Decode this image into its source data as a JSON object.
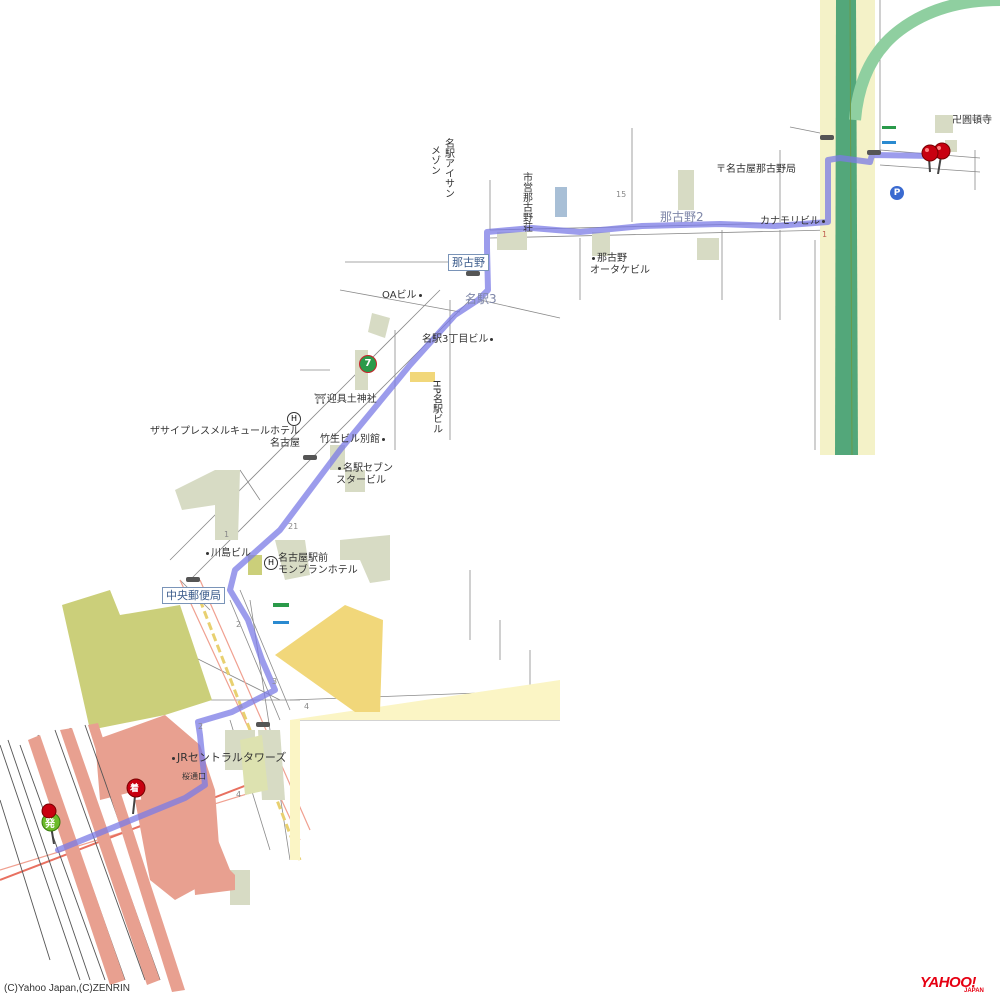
{
  "map": {
    "copyright": "(C)Yahoo Japan,(C)ZENRIN",
    "logo": "YAHOO!",
    "logo_sub": "JAPAN",
    "colors": {
      "route": "#7b7be6",
      "railway_green": "#53a77a",
      "station_building": "#e8a090",
      "park": "#cbcf7a",
      "yellow_block": "#f1d77a",
      "start_marker": "#6cbb2a",
      "pin": "#c80010"
    },
    "intersections": {
      "nagono": "那古野",
      "chuo_yubinkyoku": "中央郵便局"
    },
    "roads": {
      "meieki3": "名駅3",
      "nagono2": "那古野2"
    },
    "labels": {
      "manganji": "卍圓頓寺",
      "post_office": "〒名古屋那古野局",
      "kanamo": "カナモリビル",
      "city_housing": "市営那古野荘",
      "otake": "那古野",
      "otake2": "オータケビル",
      "maison": "名駅アイサン",
      "maison2": "メゾン",
      "oa": "OAビル",
      "meieki3_building": "名駅3丁目ビル",
      "hp": "HP名駅ビル",
      "shrine": "迎具土神社",
      "hotel1": "ザサイプレスメルキュールホテル",
      "hotel1b": "名古屋",
      "takeo": "竹生ビル別館",
      "seven": "名駅セブン",
      "seven2": "スタービル",
      "kawashima": "川島ビル",
      "hotel2": "名古屋駅前",
      "hotel2b": "モンブランホテル",
      "jr_tower": "JRセントラルタワーズ",
      "sakura": "桜通口"
    },
    "markers": {
      "start": "発",
      "mid": "着"
    },
    "numbers": [
      "15",
      "21",
      "1",
      "2",
      "3",
      "4",
      "1",
      "2",
      "4"
    ]
  }
}
